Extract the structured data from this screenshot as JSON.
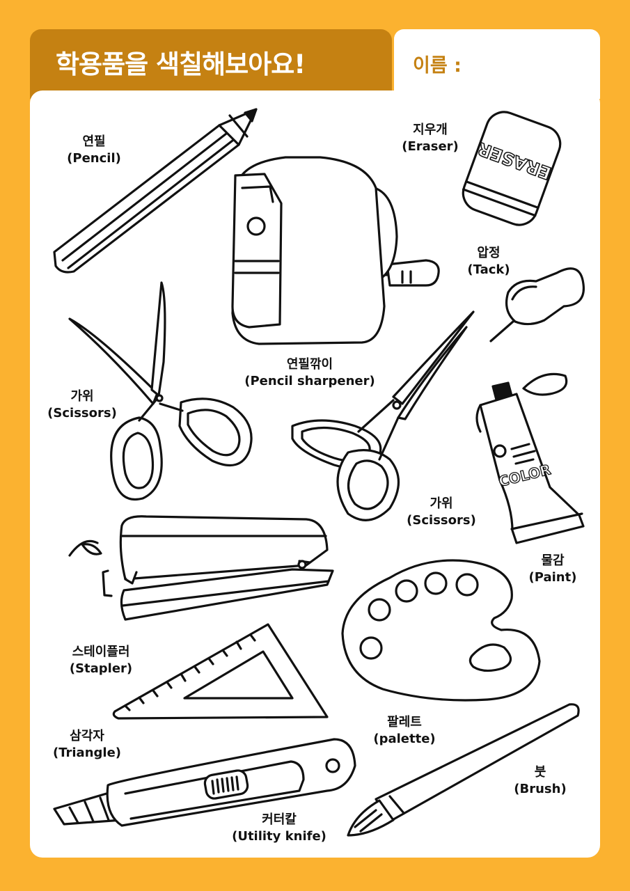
{
  "header": {
    "title": "학용품을 색칠해보아요!",
    "name_label": "이름 :"
  },
  "items": [
    {
      "ko": "연필",
      "en": "(Pencil)"
    },
    {
      "ko": "지우개",
      "en": "(Eraser)"
    },
    {
      "ko": "압정",
      "en": "(Tack)"
    },
    {
      "ko": "연필깎이",
      "en": "(Pencil sharpener)"
    },
    {
      "ko": "가위",
      "en": "(Scissors)"
    },
    {
      "ko": "가위",
      "en": "(Scissors)"
    },
    {
      "ko": "물감",
      "en": "(Paint)"
    },
    {
      "ko": "스테이플러",
      "en": "(Stapler)"
    },
    {
      "ko": "팔레트",
      "en": "(palette)"
    },
    {
      "ko": "삼각자",
      "en": "(Triangle)"
    },
    {
      "ko": "붓",
      "en": "(Brush)"
    },
    {
      "ko": "커터칼",
      "en": "(Utility knife)"
    }
  ],
  "drawings": {
    "eraser_text": "ERASER",
    "paint_text": "COLOR"
  },
  "colors": {
    "background": "#FBB230",
    "header": "#C58112",
    "sheet": "#FFFFFF",
    "ink": "#111111"
  }
}
